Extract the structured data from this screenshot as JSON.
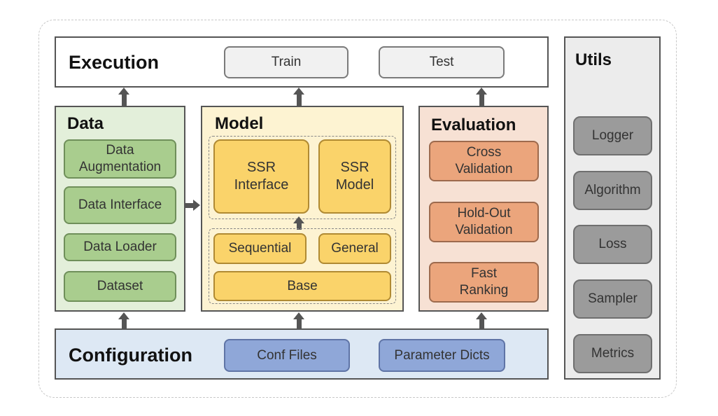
{
  "execution": {
    "title": "Execution",
    "train": "Train",
    "test": "Test"
  },
  "utils": {
    "title": "Utils",
    "items": [
      "Logger",
      "Algorithm",
      "Loss",
      "Sampler",
      "Metrics"
    ]
  },
  "data": {
    "title": "Data",
    "items": [
      "Data Augmentation",
      "Data Interface",
      "Data Loader",
      "Dataset"
    ]
  },
  "model": {
    "title": "Model",
    "ssr_interface": "SSR Interface",
    "ssr_model": "SSR Model",
    "sequential": "Sequential",
    "general": "General",
    "base": "Base"
  },
  "evaluation": {
    "title": "Evaluation",
    "items": [
      "Cross Validation",
      "Hold-Out Validation",
      "Fast Ranking"
    ]
  },
  "configuration": {
    "title": "Configuration",
    "conf_files": "Conf Files",
    "parameter_dicts": "Parameter Dicts"
  },
  "colors": {
    "data_bg": "#e3efda",
    "model_bg": "#fdf3d2",
    "eval_bg": "#f7e1d4",
    "config_bg": "#dde8f4",
    "utils_bg": "#ececec"
  }
}
